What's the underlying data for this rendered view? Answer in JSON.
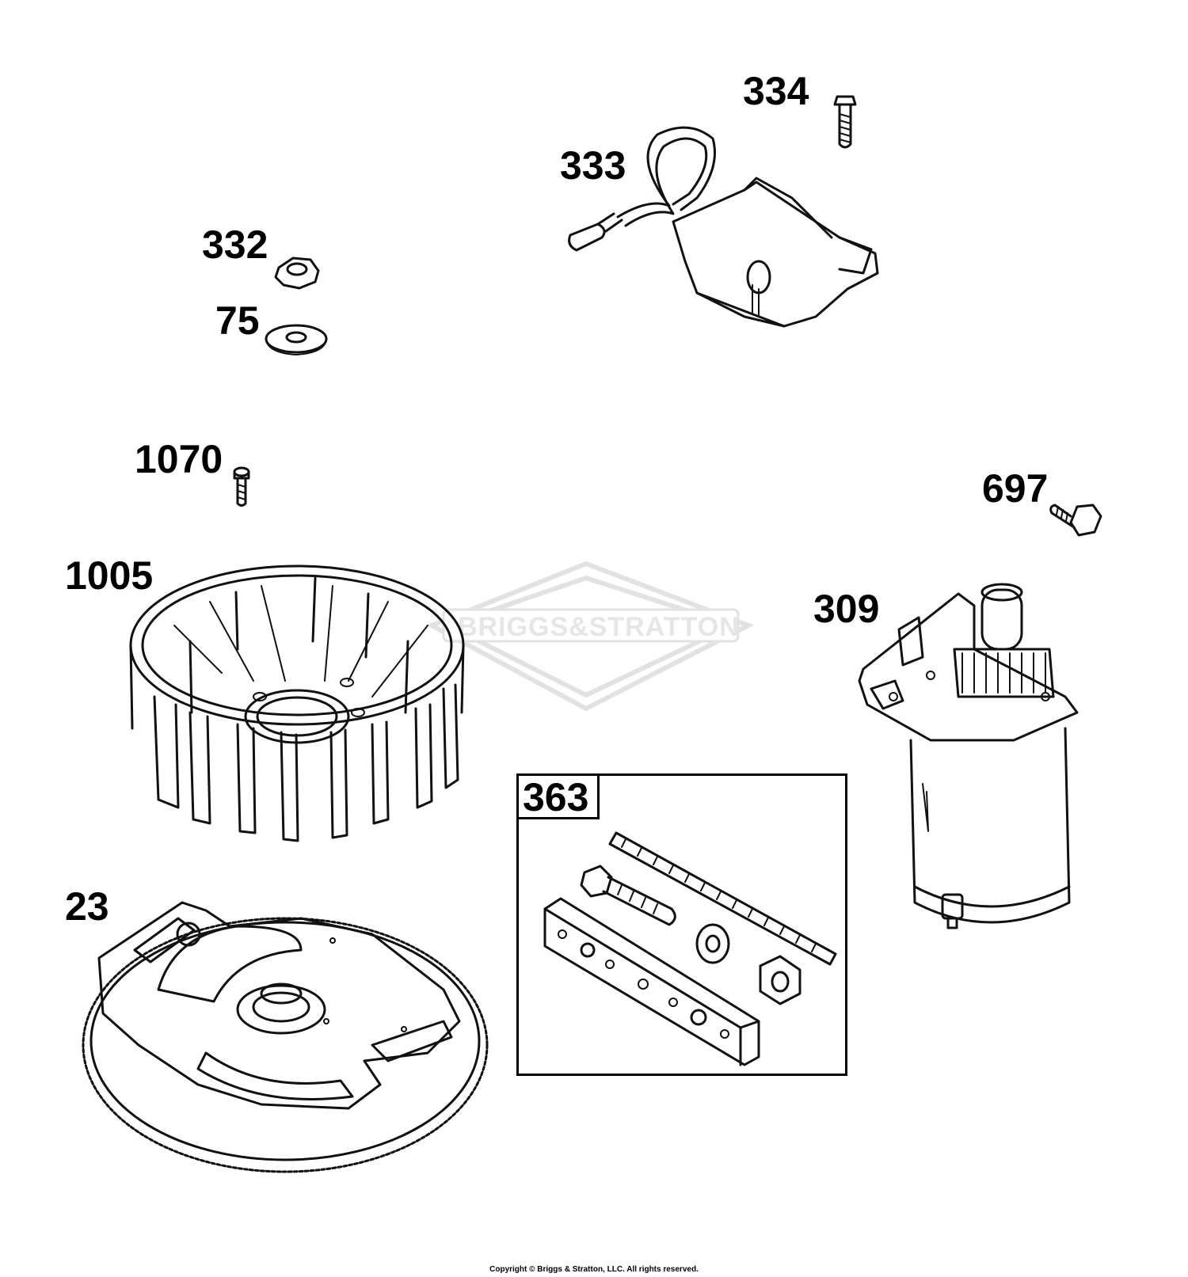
{
  "watermark": {
    "brand": "BRIGGS&STRATTON"
  },
  "callouts": {
    "p334": "334",
    "p333": "333",
    "p332": "332",
    "p75": "75",
    "p1070": "1070",
    "p697": "697",
    "p1005": "1005",
    "p309": "309",
    "p363": "363",
    "p23": "23"
  },
  "footer": {
    "copyright": "Copyright © Briggs & Stratton, LLC. All rights reserved."
  }
}
